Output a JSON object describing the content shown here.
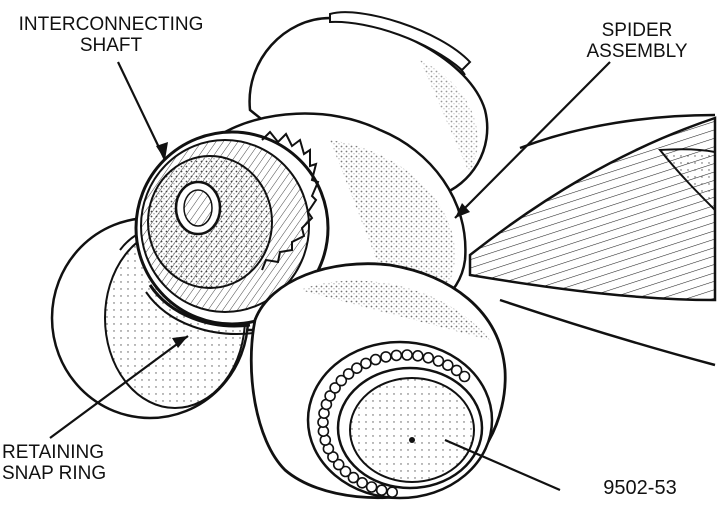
{
  "labels": {
    "interconnecting_shaft": [
      "INTERCONNECTING",
      "SHAFT"
    ],
    "spider_assembly": [
      "SPIDER",
      "ASSEMBLY"
    ],
    "retaining_snap_ring": [
      "RETAINING",
      "SNAP RING"
    ]
  },
  "figure_code": "9502-53"
}
